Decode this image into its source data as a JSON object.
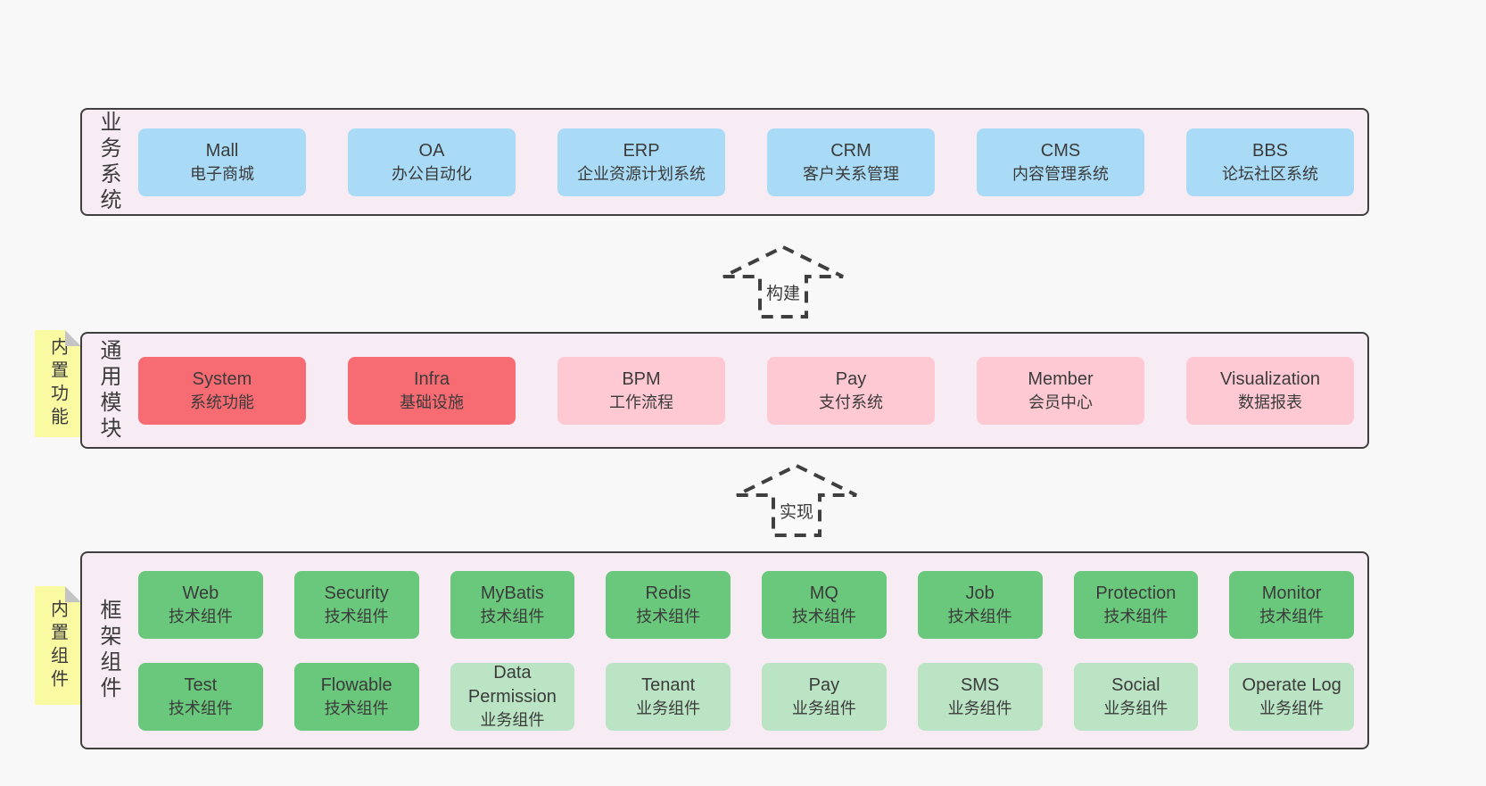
{
  "palette": {
    "page_bg": "#f8f8f8",
    "panel_bg": "#f8ecf4",
    "panel_border": "#3f3f3f",
    "blue": "#a9dbf7",
    "red": "#f76b72",
    "pink": "#fec9d3",
    "green": "#6ac87c",
    "light_green": "#bae4c4",
    "sticky_yellow": "#fafaa3",
    "text": "#3b3b3b"
  },
  "arrows": [
    {
      "label": "构建"
    },
    {
      "label": "实现"
    }
  ],
  "sections": [
    {
      "label": "业务系统",
      "rows": [
        [
          {
            "name": "Mall",
            "desc": "电子商城"
          },
          {
            "name": "OA",
            "desc": "办公自动化"
          },
          {
            "name": "ERP",
            "desc": "企业资源计划系统"
          },
          {
            "name": "CRM",
            "desc": "客户关系管理"
          },
          {
            "name": "CMS",
            "desc": "内容管理系统"
          },
          {
            "name": "BBS",
            "desc": "论坛社区系统"
          }
        ]
      ]
    },
    {
      "label": "通用模块",
      "note": "内置功能",
      "rows": [
        [
          {
            "name": "System",
            "desc": "系统功能"
          },
          {
            "name": "Infra",
            "desc": "基础设施"
          },
          {
            "name": "BPM",
            "desc": "工作流程"
          },
          {
            "name": "Pay",
            "desc": "支付系统"
          },
          {
            "name": "Member",
            "desc": "会员中心"
          },
          {
            "name": "Visualization",
            "desc": "数据报表"
          }
        ]
      ]
    },
    {
      "label": "框架组件",
      "note": "内置组件",
      "rows": [
        [
          {
            "name": "Web",
            "desc": "技术组件"
          },
          {
            "name": "Security",
            "desc": "技术组件"
          },
          {
            "name": "MyBatis",
            "desc": "技术组件"
          },
          {
            "name": "Redis",
            "desc": "技术组件"
          },
          {
            "name": "MQ",
            "desc": "技术组件"
          },
          {
            "name": "Job",
            "desc": "技术组件"
          },
          {
            "name": "Protection",
            "desc": "技术组件"
          },
          {
            "name": "Monitor",
            "desc": "技术组件"
          }
        ],
        [
          {
            "name": "Test",
            "desc": "技术组件"
          },
          {
            "name": "Flowable",
            "desc": "技术组件"
          },
          {
            "name": "Data Permission",
            "desc": "业务组件"
          },
          {
            "name": "Tenant",
            "desc": "业务组件"
          },
          {
            "name": "Pay",
            "desc": "业务组件"
          },
          {
            "name": "SMS",
            "desc": "业务组件"
          },
          {
            "name": "Social",
            "desc": "业务组件"
          },
          {
            "name": "Operate Log",
            "desc": "业务组件"
          }
        ]
      ]
    }
  ]
}
